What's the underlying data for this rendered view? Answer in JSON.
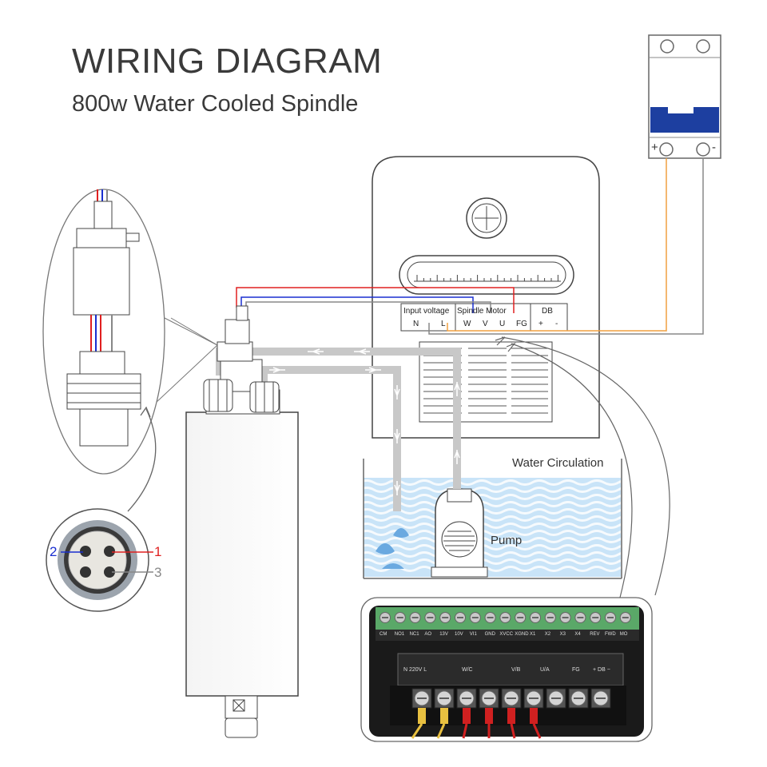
{
  "title": "WIRING DIAGRAM",
  "subtitle": "800w Water Cooled Spindle",
  "labels": {
    "water_circulation": "Water Circulation",
    "pump": "Pump"
  },
  "breaker": {
    "plus": "+",
    "minus": "-"
  },
  "connector_pins": {
    "pin1": "1",
    "pin2": "2",
    "pin3": "3"
  },
  "inverter_terminals": {
    "input_voltage": "Input voltage",
    "spindle_motor": "Spindle Motor",
    "db": "DB",
    "terminals": [
      "N",
      "L",
      "W",
      "V",
      "U",
      "FG",
      "+",
      "-"
    ]
  },
  "photo_terminal_strip": {
    "control": [
      "CM",
      "NO1",
      "NC1",
      "AO",
      "13V",
      "10V",
      "VI1",
      "GND",
      "XVCC",
      "XGND",
      "X1",
      "X2",
      "X3",
      "X4",
      "REV",
      "FWD",
      "MO"
    ],
    "power_labels": [
      "N 220V L",
      "W/C",
      "V/B",
      "U/A",
      "FG",
      "+ DB −"
    ]
  },
  "colors": {
    "wire_red": "#e02020",
    "wire_blue": "#1a2fd0",
    "wire_orange": "#f0a040",
    "wire_gray": "#888888",
    "pipe": "#c8c8c8",
    "breaker_blue": "#1d3fa0",
    "water": "#b9dcf5"
  }
}
